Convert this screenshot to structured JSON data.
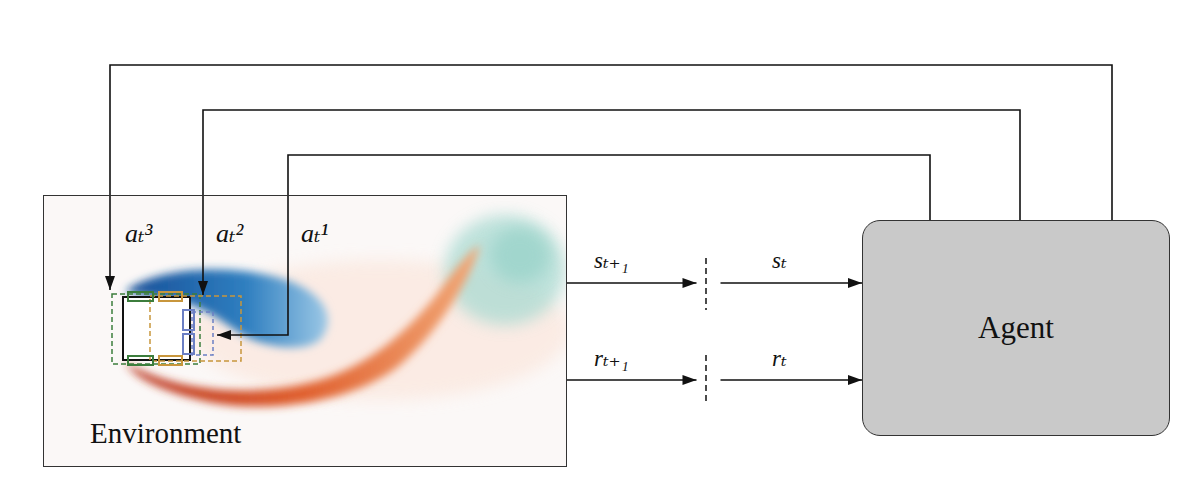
{
  "diagram": {
    "nodes": [
      {
        "text": [
          "Environment"
        ]
      },
      {
        "text": [
          "Agent"
        ]
      }
    ],
    "edges": [
      {
        "from": 1,
        "to": 0,
        "arrow": "to",
        "label": "aₜ³"
      },
      {
        "from": 1,
        "to": 0,
        "arrow": "to",
        "label": "aₜ²"
      },
      {
        "from": 1,
        "to": 0,
        "arrow": "to",
        "label": "aₜ¹"
      },
      {
        "from": 0,
        "to": 1,
        "arrow": "to",
        "label": "sₜ₊₁"
      },
      {
        "from": 0,
        "to": 1,
        "arrow": "to",
        "label": "rₜ₊₁"
      }
    ],
    "labels": [
      "sₜ",
      "rₜ"
    ]
  }
}
